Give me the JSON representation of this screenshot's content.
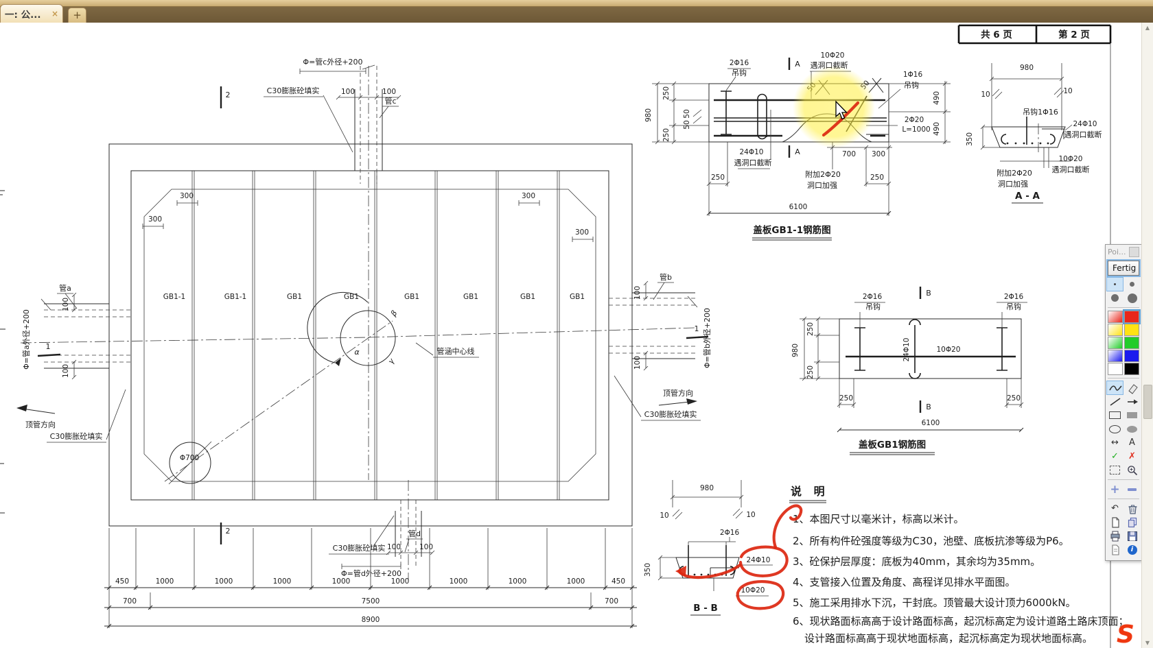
{
  "tab_bar": {
    "tab_title": "一: 公...",
    "close_glyph": "×",
    "new_tab_glyph": "+"
  },
  "sheet": {
    "pages_total": "共 6 页",
    "page_current": "第 2 页"
  },
  "strings": {
    "hook": "吊钩",
    "cut": "遇洞口截断",
    "add220": "附加2Φ20",
    "reinforce": "洞口加强",
    "c30": "C30膨胀砼填实",
    "jacking": "顶管方向",
    "centerline": "管涵中心线"
  },
  "bars": {
    "b2416": "2Φ16",
    "b1d16": "1Φ16",
    "b1020": "10Φ20",
    "b2410": "24Φ10",
    "b220": "2Φ20",
    "len1000": "L=1000",
    "hook116": "吊钩1Φ16"
  },
  "dims": {
    "d10": "10",
    "d50": "50",
    "d100": "100",
    "d250": "250",
    "d300": "300",
    "d350": "350",
    "d490": "490",
    "d700": "700",
    "d980": "980",
    "d6100": "6100",
    "d700c": "Φ700"
  },
  "titles": {
    "gb11": "盖板GB1-1钢筋图",
    "gb1": "盖板GB1钢筋图",
    "aa": "A - A",
    "bb": "B - B",
    "sec_a": "A",
    "sec_b": "B",
    "sec_1": "1",
    "sec_2": "2"
  },
  "plan": {
    "panels": [
      "GB1-1",
      "GB1-1",
      "GB1",
      "GB1",
      "GB1",
      "GB1",
      "GB1",
      "GB1"
    ],
    "pipe_a": "管a",
    "pipe_b": "管b",
    "pipe_c": "管c",
    "pipe_d": "管d",
    "dia_a": "Φ=管a外径+200",
    "dia_b": "Φ=管b外径+200",
    "dia_c": "Φ=管c外径+200",
    "dia_d": "Φ=管d外径+200",
    "alpha": "α",
    "beta": "β",
    "gamma": "γ",
    "dims_row1": [
      "450",
      "1000",
      "1000",
      "1000",
      "1000",
      "1000",
      "1000",
      "1000",
      "1000",
      "450"
    ],
    "dims_row2": [
      "700",
      "7500",
      "700"
    ],
    "dims_row3": [
      "8900"
    ]
  },
  "notes": {
    "title": "说 明",
    "items": [
      "1、本图尺寸以毫米计，标高以米计。",
      "2、所有构件砼强度等级为C30，池壁、底板抗渗等级为P6。",
      "3、砼保护层厚度：底板为40mm，其余均为35mm。",
      "4、支管接入位置及角度、高程详见排水平面图。",
      "5、施工采用排水下沉，干封底。顶管最大设计顶力6000kN。",
      "6、现状路面标高高于设计路面标高，起沉标高定为设计道路土路床顶面；",
      "设计路面标高高于现状地面标高，起沉标高定为现状地面标高。"
    ]
  },
  "toolbar": {
    "title": "Poi...",
    "done_label": "Fertig",
    "text_tool_label": "A",
    "selected_color": "#e8261a",
    "colors": [
      "#e8261a",
      "#ffe214",
      "#22cc2a",
      "#1a1aee",
      "#ffffff",
      "#000000"
    ]
  },
  "watermark": {
    "logo": "S"
  }
}
